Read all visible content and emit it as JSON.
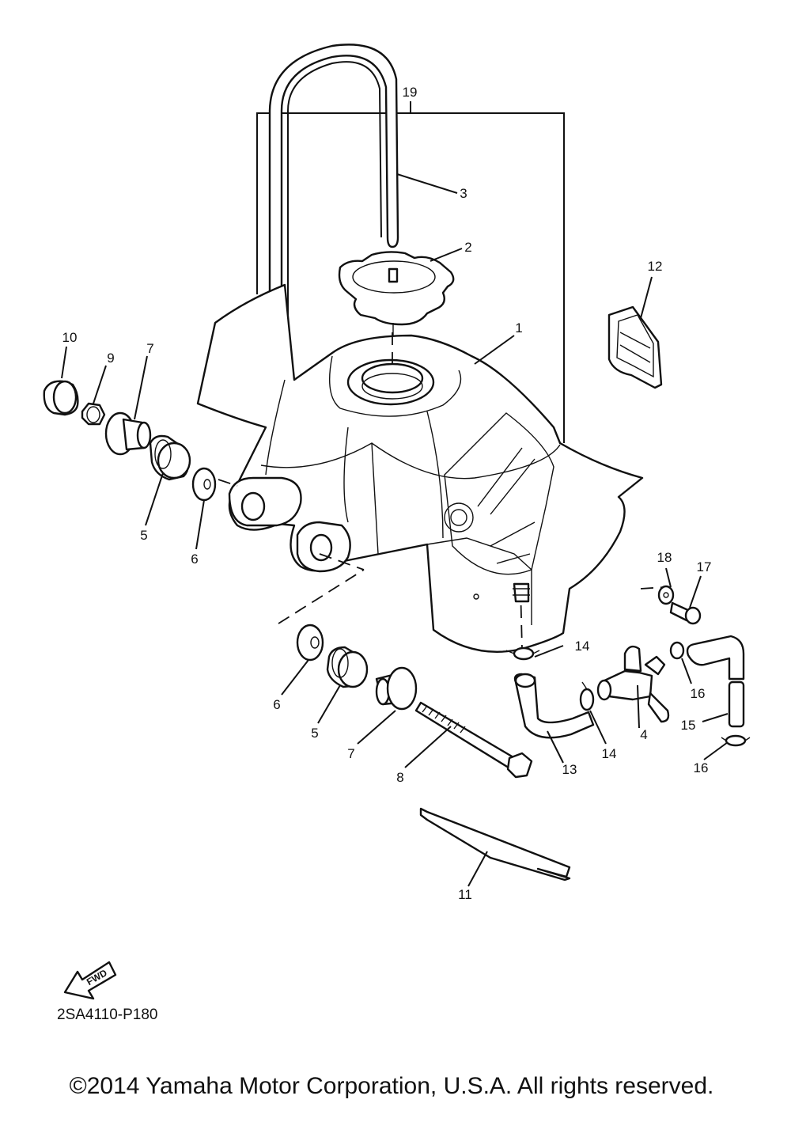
{
  "diagram": {
    "callouts": [
      {
        "id": "c1",
        "label": "1"
      },
      {
        "id": "c2",
        "label": "2"
      },
      {
        "id": "c3",
        "label": "3"
      },
      {
        "id": "c4",
        "label": "4"
      },
      {
        "id": "c5a",
        "label": "5"
      },
      {
        "id": "c5b",
        "label": "5"
      },
      {
        "id": "c6a",
        "label": "6"
      },
      {
        "id": "c6b",
        "label": "6"
      },
      {
        "id": "c7a",
        "label": "7"
      },
      {
        "id": "c7b",
        "label": "7"
      },
      {
        "id": "c8",
        "label": "8"
      },
      {
        "id": "c9",
        "label": "9"
      },
      {
        "id": "c10",
        "label": "10"
      },
      {
        "id": "c11",
        "label": "11"
      },
      {
        "id": "c12",
        "label": "12"
      },
      {
        "id": "c13",
        "label": "13"
      },
      {
        "id": "c14a",
        "label": "14"
      },
      {
        "id": "c14b",
        "label": "14"
      },
      {
        "id": "c15",
        "label": "15"
      },
      {
        "id": "c16a",
        "label": "16"
      },
      {
        "id": "c16b",
        "label": "16"
      },
      {
        "id": "c17",
        "label": "17"
      },
      {
        "id": "c18",
        "label": "18"
      },
      {
        "id": "c19",
        "label": "19"
      }
    ],
    "fwd_label": "FWD",
    "diagram_code": "2SA4110-P180",
    "copyright": "©2014 Yamaha Motor Corporation, U.S.A. All rights reserved."
  }
}
